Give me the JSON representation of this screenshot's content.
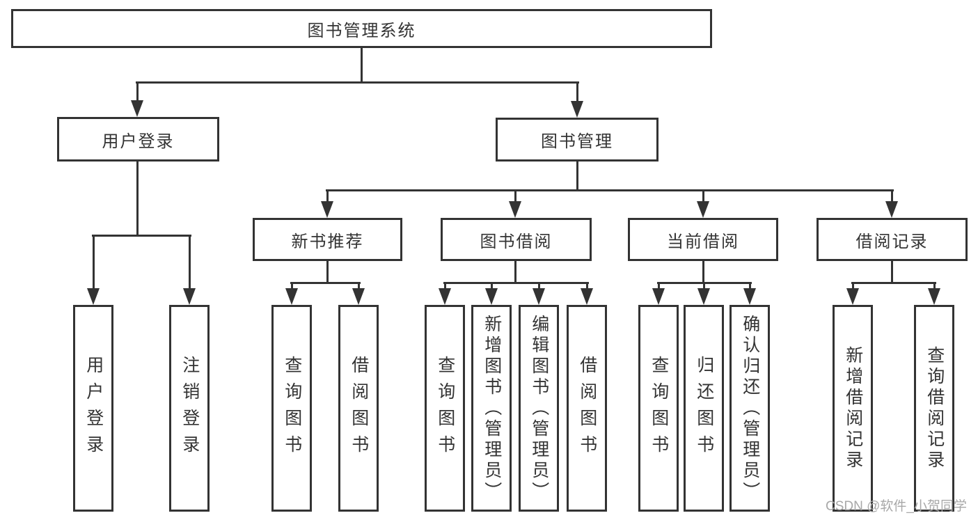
{
  "diagram": {
    "tree": {
      "label": "图书管理系统",
      "children": [
        {
          "label": "用户登录",
          "children": [
            {
              "label": "用户登录"
            },
            {
              "label": "注销登录"
            }
          ]
        },
        {
          "label": "图书管理",
          "children": [
            {
              "label": "新书推荐",
              "children": [
                {
                  "label": "查询图书"
                },
                {
                  "label": "借阅图书"
                }
              ]
            },
            {
              "label": "图书借阅",
              "children": [
                {
                  "label": "查询图书"
                },
                {
                  "label": "新增图书（管理员）"
                },
                {
                  "label": "编辑图书（管理员）"
                },
                {
                  "label": "借阅图书"
                }
              ]
            },
            {
              "label": "当前借阅",
              "children": [
                {
                  "label": "查询图书"
                },
                {
                  "label": "归还图书"
                },
                {
                  "label": "确认归还（管理员）"
                }
              ]
            },
            {
              "label": "借阅记录",
              "children": [
                {
                  "label": "新增借阅记录"
                },
                {
                  "label": "查询借阅记录"
                }
              ]
            }
          ]
        }
      ]
    },
    "watermark": "CSDN @软件_小贺同学",
    "colors": {
      "line": "#333333",
      "text": "#333333",
      "background": "#ffffff",
      "watermark": "#a8a8a8"
    }
  }
}
